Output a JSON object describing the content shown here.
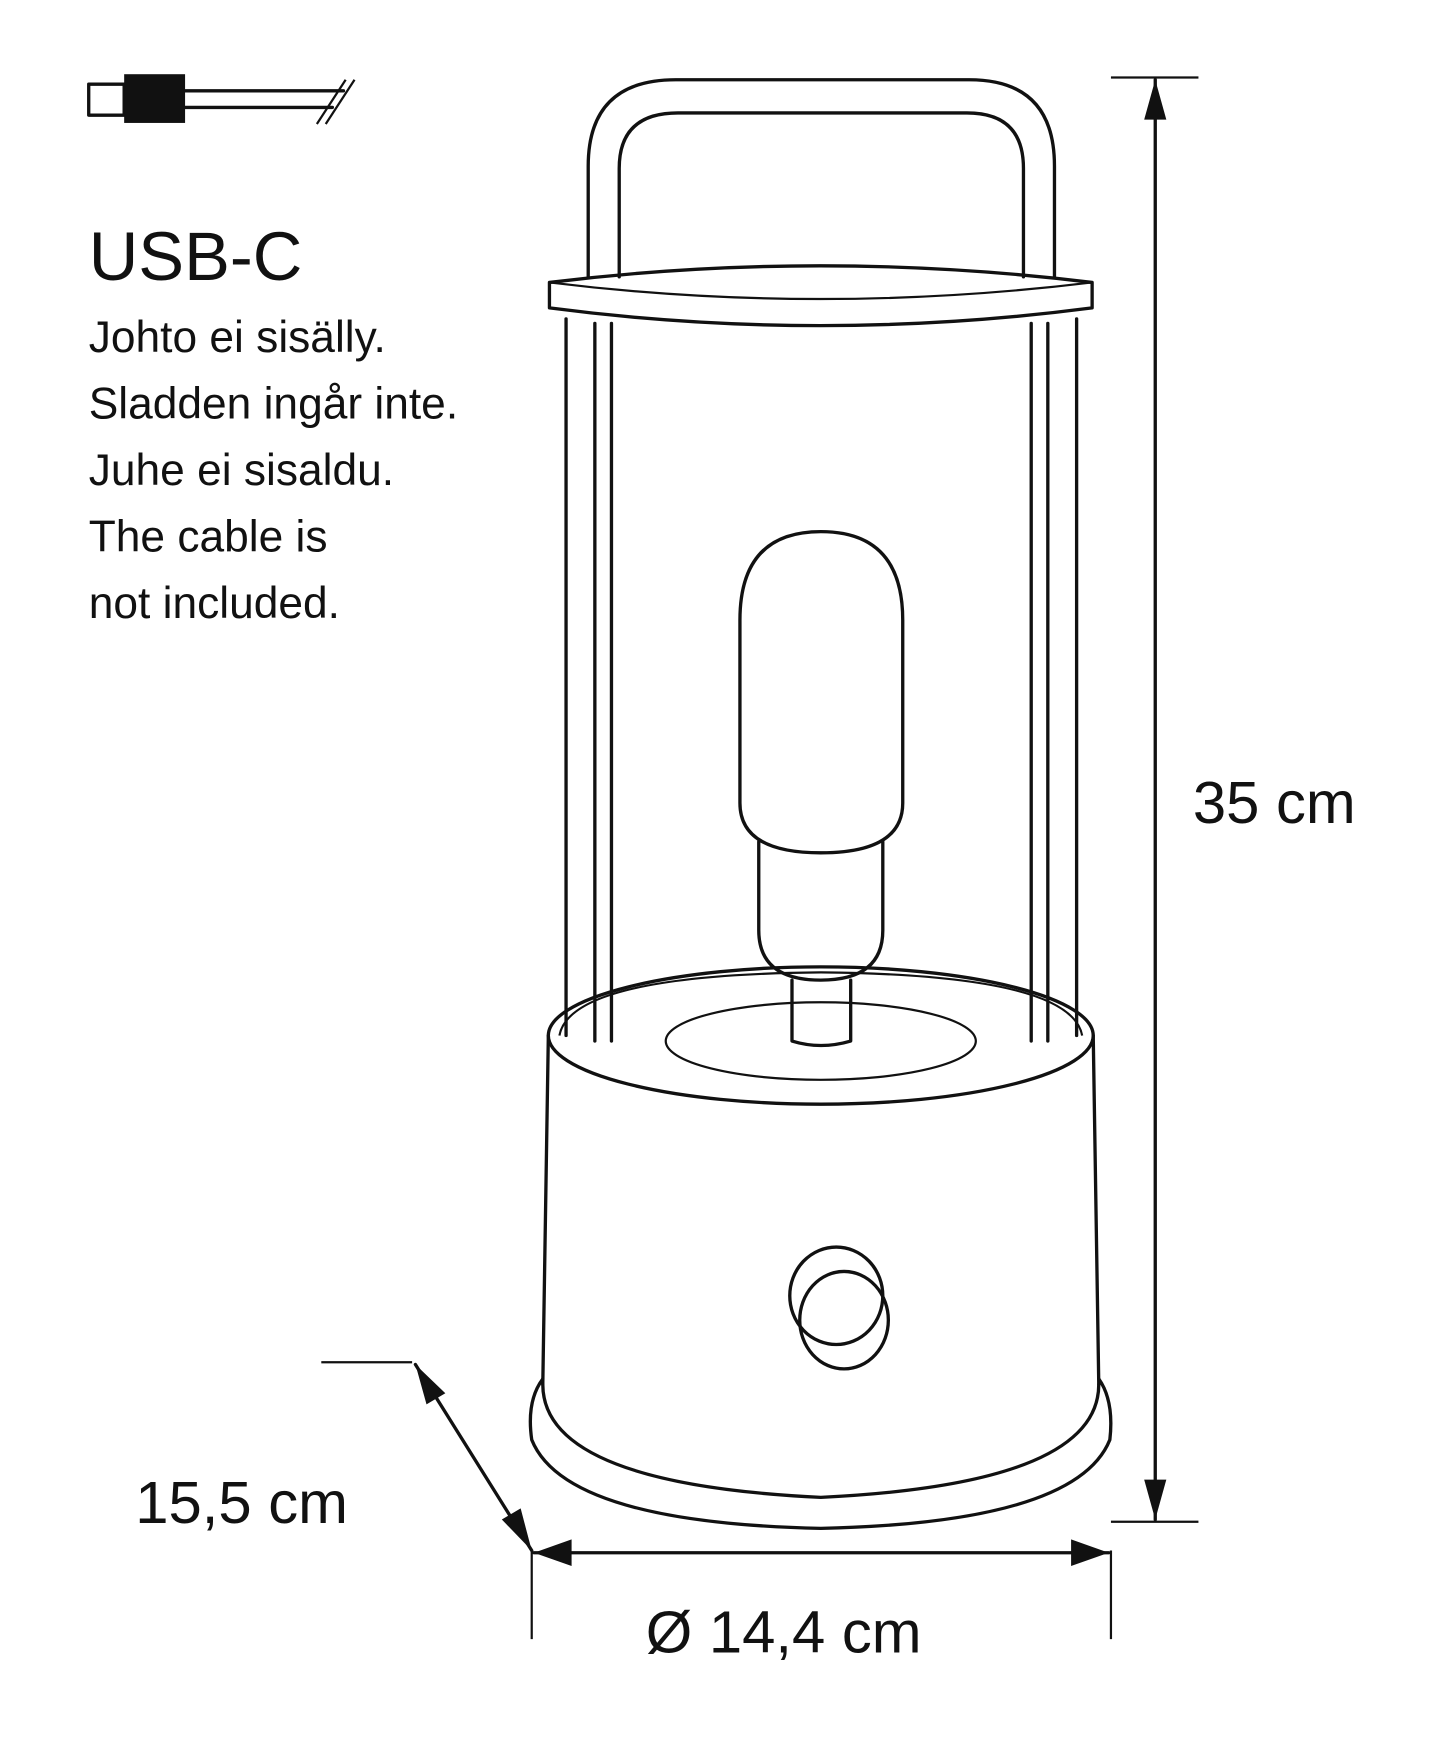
{
  "connector": {
    "type": "USB-C",
    "notes": [
      "Johto ei sisälly.",
      "Sladden ingår inte.",
      "Juhe ei sisaldu.",
      "The cable is",
      "not included."
    ]
  },
  "dimensions": {
    "height": "35 cm",
    "depth": "15,5 cm",
    "diameter": "Ø 14,4 cm"
  },
  "colors": {
    "line": "#111111",
    "background": "#ffffff"
  }
}
